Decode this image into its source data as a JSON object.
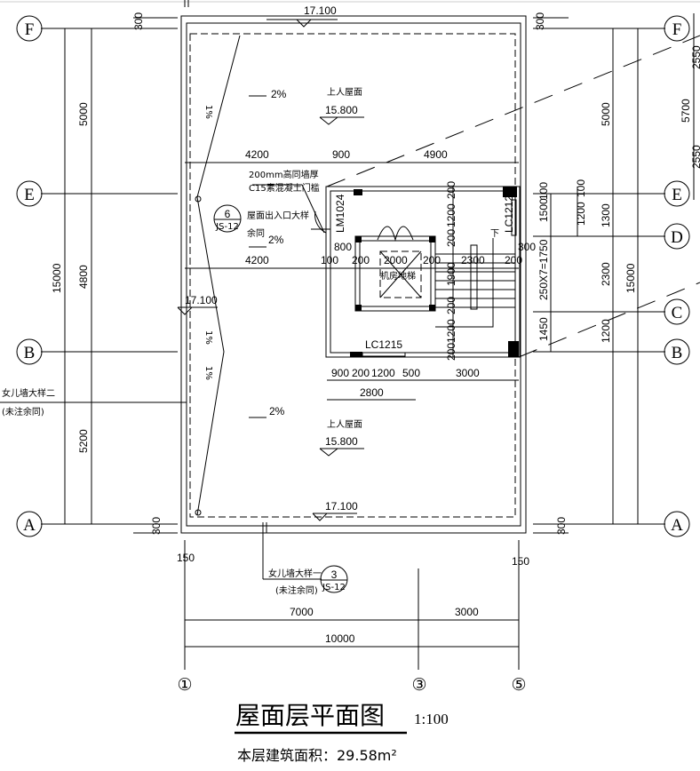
{
  "title": {
    "main": "屋面层平面图",
    "scale": "1:100",
    "area_label": "本层建筑面积：29.58m²"
  },
  "axes": {
    "rows": [
      "F",
      "E",
      "D",
      "C",
      "B",
      "A"
    ],
    "cols": [
      "①",
      "③",
      "⑤"
    ]
  },
  "elevations": {
    "parapet_top": "17.100",
    "parapet_bottom": "17.100",
    "parapet_left": "17.100",
    "roof_top": "15.800",
    "roof_bottom": "15.800"
  },
  "labels": {
    "roof_top": "上人屋面",
    "roof_bottom": "上人屋面",
    "slope": "2%",
    "slope_small": "1%",
    "wall_note1": "200mm高同墙厚",
    "wall_note2": "C15素混凝土门槛",
    "entry_detail": "屋面出入口大样",
    "entry_rest": "余同",
    "detail6_num": "6",
    "detail6_ref": "JS-12",
    "detail3_num": "3",
    "detail3_ref": "JS-12",
    "parapet2": "女儿墙大样二",
    "parapet2_note": "(未注余同)",
    "parapet1": "女儿墙大样一",
    "parapet1_note": "(未注余同)",
    "door": "LM1024",
    "window_bottom": "LC1215",
    "window_right": "LC1212",
    "elevator": "机房地梯",
    "down": "下"
  },
  "dims": {
    "left_total": "15000",
    "left_a": "5000",
    "left_b": "4800",
    "left_c": "5200",
    "right_total": "15000",
    "right_a": "5000",
    "right_b": "2300",
    "right_c": "1200",
    "right_d": "1300",
    "right_e": "1200",
    "right_e2": "100",
    "stair_a": "1500",
    "stair_b": "250X7=1750",
    "stair_c": "1450",
    "stair_d": "100",
    "stair_e": "300",
    "far_right": "5700",
    "far_right_a": "2550",
    "far_right_b": "2550",
    "top_300": "300",
    "bottom_300": "300",
    "row1": [
      "4200",
      "900",
      "4900"
    ],
    "row2": [
      "4200",
      "100",
      "200",
      "2000",
      "200",
      "2300",
      "200"
    ],
    "row2_800": "800",
    "vert_inner": [
      "200",
      "1200",
      "200",
      "1900",
      "200",
      "1200",
      "200"
    ],
    "row3": [
      "900",
      "200",
      "1200",
      "500",
      "3000"
    ],
    "row3_total": "2800",
    "side_150_l": "150",
    "side_150_r": "150",
    "bottom_a": "7000",
    "bottom_b": "3000",
    "bottom_total": "10000"
  }
}
